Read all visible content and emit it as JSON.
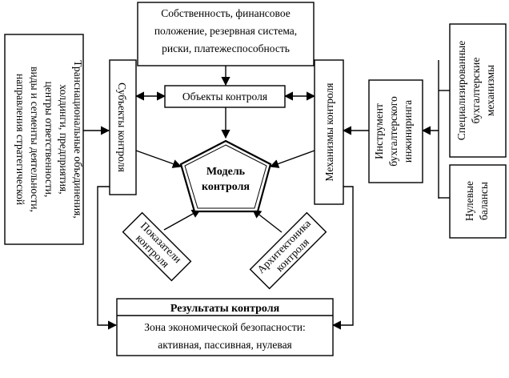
{
  "boxes": {
    "top": {
      "lines": [
        "Собственность, финансовое",
        "положение, резервная система,",
        "риски, платежеспособность"
      ]
    },
    "objects": {
      "label": "Объекты контроля"
    },
    "left": {
      "lines": [
        "Транснациональные объединения,",
        "холдинги, предприятия,",
        "центры ответственности,",
        "виды и сегменты деятельности,",
        "направления стратегической"
      ]
    },
    "subjects": {
      "label": "Субъекты контроля"
    },
    "mechanisms": {
      "label": "Механизмы контроля"
    },
    "instrument": {
      "lines": [
        "Инструмент",
        "бухгалтерского",
        "инжиниринга"
      ]
    },
    "specialized": {
      "lines": [
        "Специализированные",
        "бухгалтерские",
        "механизмы"
      ]
    },
    "zero_balances": {
      "lines": [
        "Нулевые",
        "балансы"
      ]
    },
    "model": {
      "lines": [
        "Модель",
        "контроля"
      ]
    },
    "indicators": {
      "lines": [
        "Показатели",
        "контроля"
      ]
    },
    "architectonics": {
      "lines": [
        "Архитектоника",
        "контроля"
      ]
    },
    "results": {
      "title": "Результаты контроля",
      "lines": [
        "Зона экономической безопасности:",
        "активная, пассивная, нулевая"
      ]
    }
  }
}
